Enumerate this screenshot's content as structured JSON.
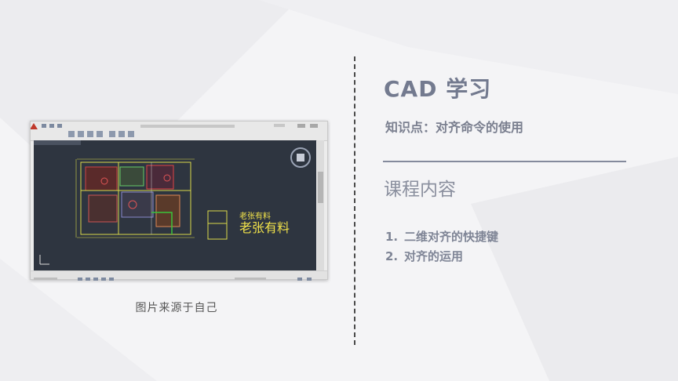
{
  "slide": {
    "title": "CAD 学习",
    "subtitle": "知识点：对齐命令的使用",
    "section_heading": "课程内容",
    "items": [
      {
        "num": "1.",
        "text": "二维对齐的快捷键"
      },
      {
        "num": "2.",
        "text": "对齐的运用"
      }
    ]
  },
  "screenshot": {
    "caption": "图片来源于自己",
    "watermark_small": "老张有料",
    "watermark_large": "老张有料"
  },
  "colors": {
    "accent": "#737a8f",
    "cad_bg": "#2e3540"
  }
}
